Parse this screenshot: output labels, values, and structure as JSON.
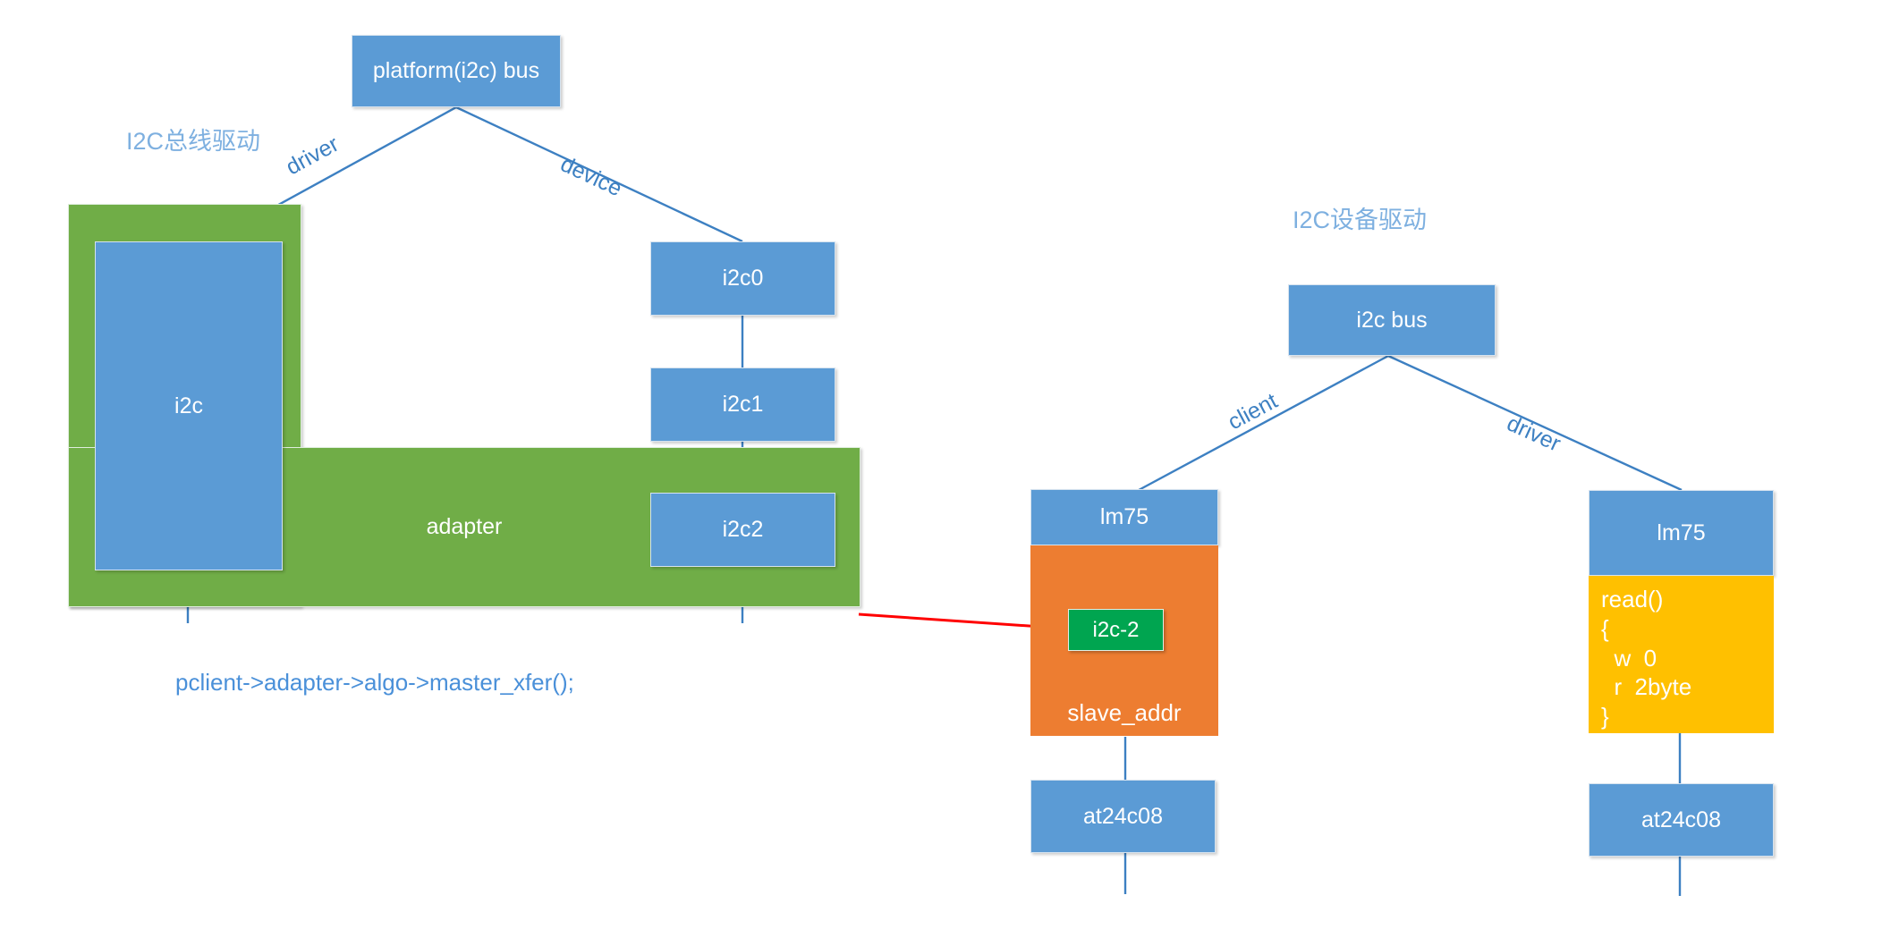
{
  "titles": {
    "left": "I2C总线驱动",
    "right": "I2C设备驱动"
  },
  "nodes": {
    "platform_bus": "platform(i2c)  bus",
    "i2c_driver": "i2c",
    "adapter": "adapter",
    "i2c0": "i2c0",
    "i2c1": "i2c1",
    "i2c2": "i2c2",
    "i2c_bus": "i2c  bus",
    "lm75_client": "lm75",
    "lm75_driver": "lm75",
    "slave_addr": "slave_addr",
    "i2c_2_green": "i2c-2",
    "at24c08_left": "at24c08",
    "at24c08_right": "at24c08",
    "read_block": "read()\n{\n  w  0\n  r  2byte\n}"
  },
  "edge_labels": {
    "driver_left": "driver",
    "device": "device",
    "client": "client",
    "driver_right": "driver"
  },
  "annotations": {
    "call_chain": "pclient->adapter->algo->master_xfer();"
  },
  "colors": {
    "blue": "#5b9bd5",
    "green": "#70ad47",
    "green_fill": "#00a550",
    "orange": "#ed7d31",
    "yellow": "#ffc000",
    "line": "#3d80c2",
    "red_link": "#ff0000",
    "title_text": "#7eb0e0"
  }
}
